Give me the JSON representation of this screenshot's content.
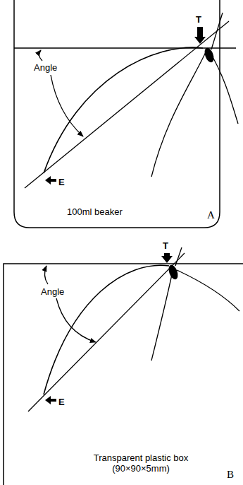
{
  "diagram": {
    "labels": [
      "T",
      "Angle",
      "E",
      "100ml beaker",
      "A",
      "T",
      "Angle",
      "E",
      "Transparent plastic box (90×90×5mm)",
      "B"
    ]
  }
}
